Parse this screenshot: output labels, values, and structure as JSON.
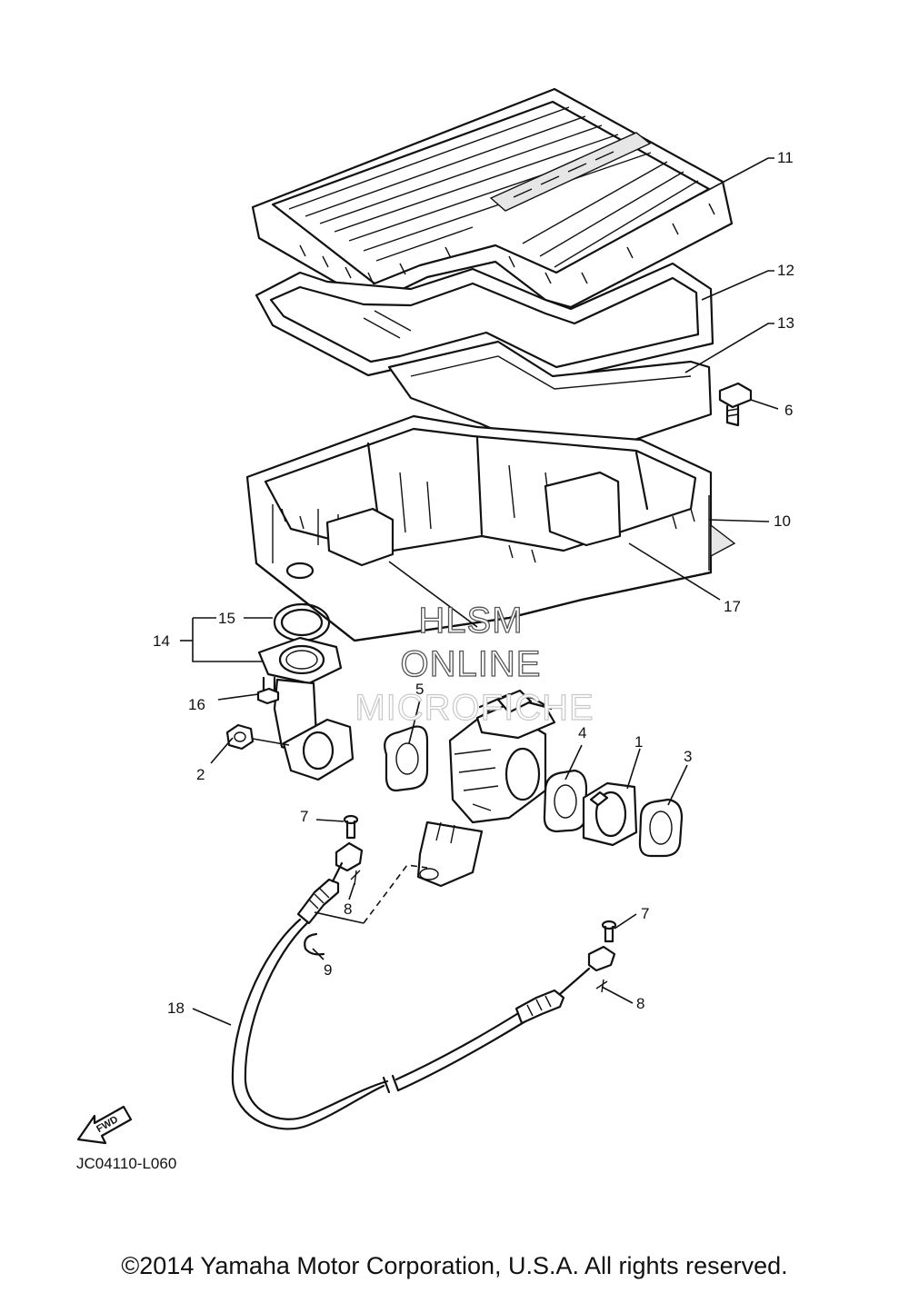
{
  "callouts": {
    "c1": "1",
    "c2": "2",
    "c3": "3",
    "c4": "4",
    "c5": "5",
    "c6": "6",
    "c7a": "7",
    "c7b": "7",
    "c8a": "8",
    "c8b": "8",
    "c9": "9",
    "c10": "10",
    "c11": "11",
    "c12": "12",
    "c13": "13",
    "c14": "14",
    "c15": "15",
    "c16": "16",
    "c17": "17",
    "c18": "18"
  },
  "watermark": {
    "line1": "HLSM",
    "line2": "ONLINE",
    "line3": "MICROFICHE"
  },
  "fwd_label": "FWD",
  "figure_code": "JC04110-L060",
  "copyright": "©2014 Yamaha Motor Corporation, U.S.A. All rights reserved.",
  "colors": {
    "ink": "#111111",
    "background": "#ffffff"
  },
  "icons": {
    "fwd": "forward-arrow-icon"
  }
}
